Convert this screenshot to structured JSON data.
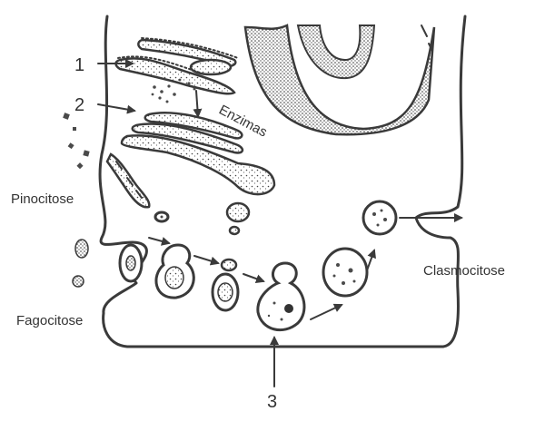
{
  "labels": {
    "marker_1": "1",
    "marker_2": "2",
    "marker_3": "3",
    "enzimas": "Enzimas",
    "pinocitose": "Pinocitose",
    "fagocitose": "Fagocitose",
    "clasmocitose": "Clasmocitose"
  },
  "colors": {
    "ink": "#3a3a3a",
    "background": "#ffffff"
  }
}
